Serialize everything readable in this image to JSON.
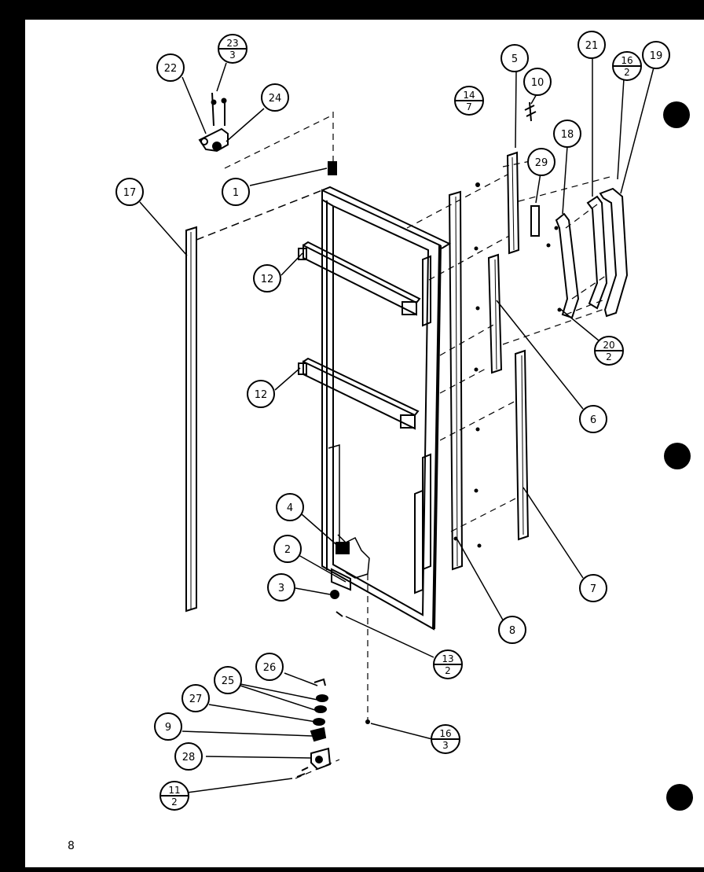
{
  "callouts": [
    {
      "id": "c22",
      "num": "22",
      "den": ""
    },
    {
      "id": "c23",
      "num": "23",
      "den": "3"
    },
    {
      "id": "c24",
      "num": "24",
      "den": ""
    },
    {
      "id": "c1",
      "num": "1",
      "den": ""
    },
    {
      "id": "c17",
      "num": "17",
      "den": ""
    },
    {
      "id": "c12a",
      "num": "12",
      "den": ""
    },
    {
      "id": "c12b",
      "num": "12",
      "den": ""
    },
    {
      "id": "c4",
      "num": "4",
      "den": ""
    },
    {
      "id": "c2",
      "num": "2",
      "den": ""
    },
    {
      "id": "c3",
      "num": "3",
      "den": ""
    },
    {
      "id": "c26",
      "num": "26",
      "den": ""
    },
    {
      "id": "c25",
      "num": "25",
      "den": ""
    },
    {
      "id": "c27",
      "num": "27",
      "den": ""
    },
    {
      "id": "c9",
      "num": "9",
      "den": ""
    },
    {
      "id": "c28",
      "num": "28",
      "den": ""
    },
    {
      "id": "c11",
      "num": "11",
      "den": "2"
    },
    {
      "id": "c13",
      "num": "13",
      "den": "2"
    },
    {
      "id": "c16b",
      "num": "16",
      "den": "3"
    },
    {
      "id": "c8",
      "num": "8",
      "den": ""
    },
    {
      "id": "c7",
      "num": "7",
      "den": ""
    },
    {
      "id": "c6",
      "num": "6",
      "den": ""
    },
    {
      "id": "c20",
      "num": "20",
      "den": "2"
    },
    {
      "id": "c14",
      "num": "14",
      "den": "7"
    },
    {
      "id": "c5",
      "num": "5",
      "den": ""
    },
    {
      "id": "c10",
      "num": "10",
      "den": ""
    },
    {
      "id": "c29",
      "num": "29",
      "den": ""
    },
    {
      "id": "c18",
      "num": "18",
      "den": ""
    },
    {
      "id": "c21",
      "num": "21",
      "den": ""
    },
    {
      "id": "c16a",
      "num": "16",
      "den": "2"
    },
    {
      "id": "c19",
      "num": "19",
      "den": ""
    }
  ],
  "page_number": "8"
}
